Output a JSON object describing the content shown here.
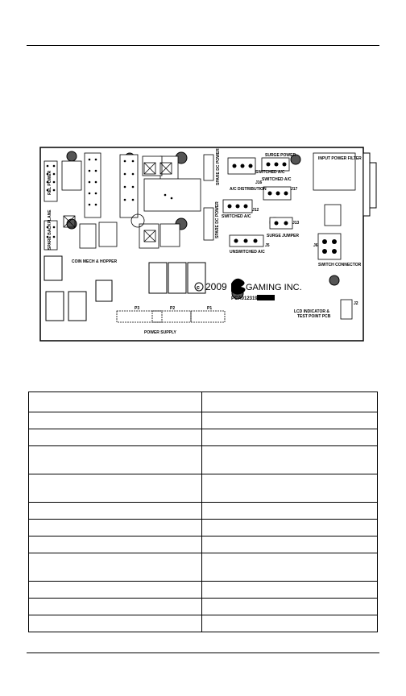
{
  "board": {
    "logo_text": "GAMING INC.",
    "year": "2009",
    "part_number": "PCA012319-",
    "labels": {
      "rel_power": "REL POWER",
      "spare_backplane": "SPARE BACKPLANE",
      "coin_mech_hopper": "COIN MECH & HOPPER",
      "spare_dc_power_1": "SPARE DC POWER",
      "spare_dc_power_2": "SPARE DC POWER",
      "ac_distribution": "A/C DISTRIBUTION",
      "switched_ac_1": "SWITCHED A/C",
      "switched_ac_2": "SWITCHED A/C",
      "switched_ac_3": "SWITCHED A/C",
      "surge_power": "SURGE POWER",
      "surge_jumper": "SURGE JUMPER",
      "unswitched_ac": "UNSWITCHED A/C",
      "input_power_filter": "INPUT POWER FILTER",
      "switch_connector": "SWITCH CONNECTOR",
      "lcd_indicator": "LCD INDICATOR &",
      "test_point": "TEST POINT PCB",
      "power_supply": "POWER SUPPLY",
      "p3": "P3",
      "p2": "P2",
      "p1": "P1",
      "j16": "J16",
      "j17": "J17",
      "j12": "J12",
      "j13": "J13",
      "j5": "J5",
      "j6": "J6",
      "j2": "J2"
    }
  },
  "table": {
    "rows": [
      [
        "",
        ""
      ],
      [
        "",
        ""
      ],
      [
        "",
        ""
      ],
      [
        "",
        ""
      ],
      [
        "",
        ""
      ],
      [
        "",
        ""
      ],
      [
        "",
        ""
      ],
      [
        "",
        ""
      ],
      [
        "",
        ""
      ],
      [
        "",
        ""
      ],
      [
        "",
        ""
      ],
      [
        "",
        ""
      ]
    ]
  }
}
